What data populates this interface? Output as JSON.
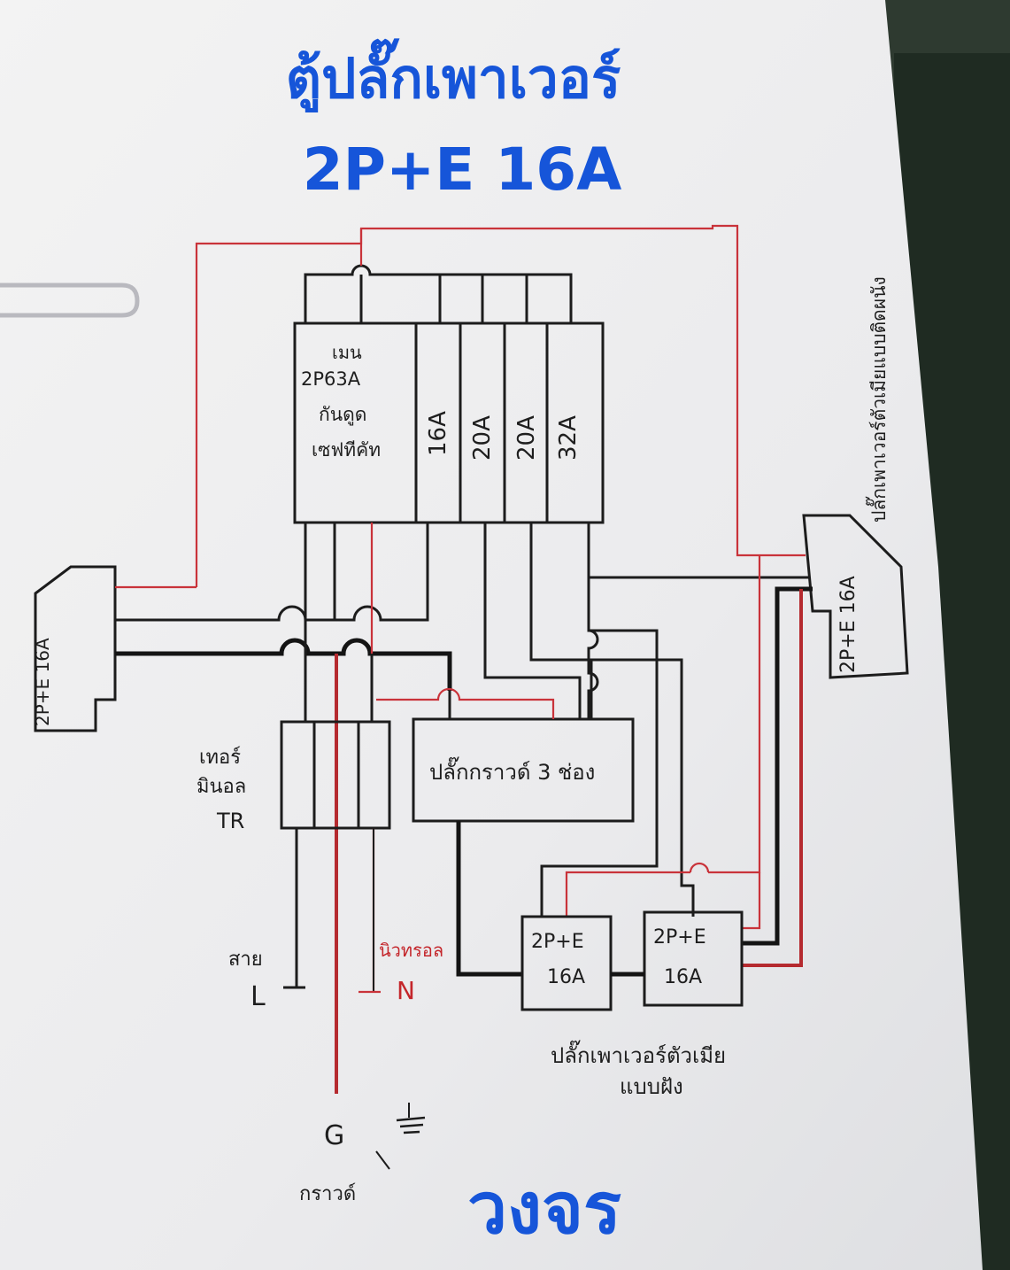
{
  "title": {
    "line1": "ตู้ปลั๊กเพาเวอร์",
    "line2": "2P+E 16A"
  },
  "main_panel": {
    "main_breaker": {
      "line1": "เมน",
      "line2": "2P63A",
      "line3": "กันดูด",
      "line4": "เซฟทีคัท"
    },
    "breakers": [
      "16A",
      "20A",
      "20A",
      "32A"
    ]
  },
  "left_socket": {
    "label": "2P+E 16A"
  },
  "right_socket": {
    "label": "2P+E 16A"
  },
  "right_note": "ปลั๊กเพาเวอร์ตัวเมียแบบติดผนัง",
  "terminal": {
    "line1": "เทอร์",
    "line2": "มินอล",
    "line3": "TR"
  },
  "ground_socket_box": {
    "label": "ปลั๊กกราวด์ 3 ช่อง"
  },
  "bottom_sockets": [
    {
      "line1": "2P+E",
      "line2": "16A"
    },
    {
      "line1": "2P+E",
      "line2": "16A"
    }
  ],
  "bottom_note": {
    "line1": "ปลั๊กเพาเวอร์ตัวเมีย",
    "line2": "แบบฝัง"
  },
  "wires": {
    "live_label": "สาย",
    "live_letter": "L",
    "neutral_label": "นิวทรอล",
    "neutral_letter": "N",
    "ground_letter": "G",
    "ground_label": "กราวด์"
  },
  "footer": "วงจร",
  "colors": {
    "title": "#1655d9",
    "red_wire": "#c9333a",
    "black_wire": "#1c1c1c",
    "paper": "#eeeeee"
  }
}
